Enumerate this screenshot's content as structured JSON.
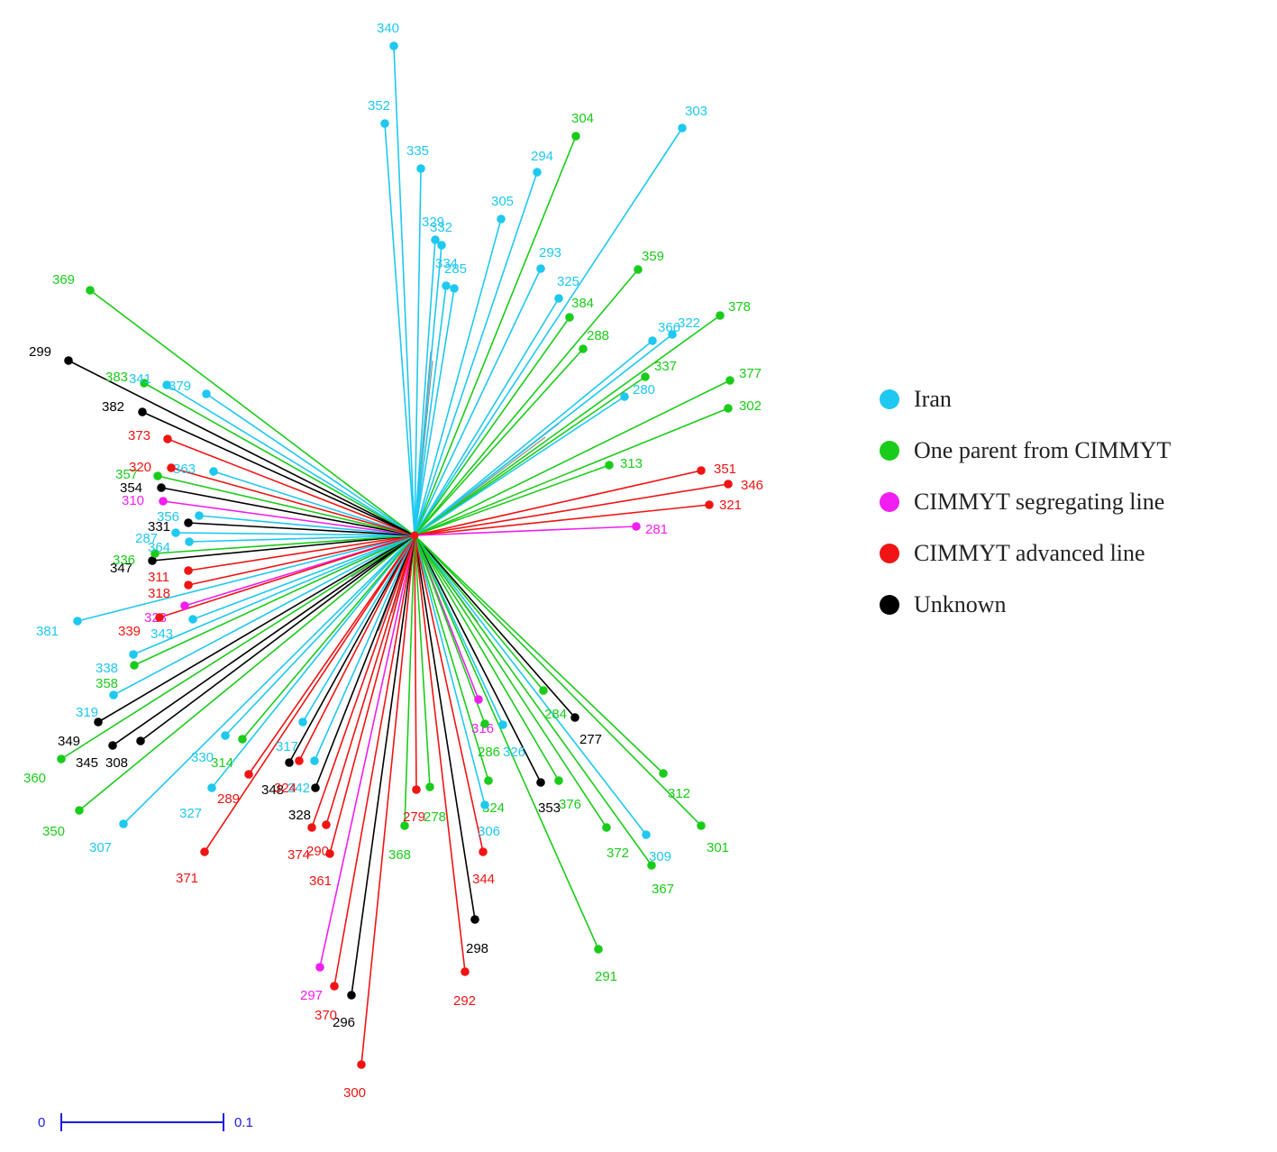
{
  "legend": [
    {
      "group": "iran",
      "label": "Iran",
      "color": "#1ec8f0"
    },
    {
      "group": "one_parent",
      "label": "One parent from CIMMYT",
      "color": "#19cc19"
    },
    {
      "group": "segregating",
      "label": "CIMMYT segregating line",
      "color": "#f01ef0"
    },
    {
      "group": "advanced",
      "label": "CIMMYT advanced line",
      "color": "#f01414"
    },
    {
      "group": "unknown",
      "label": "Unknown",
      "color": "#000000"
    }
  ],
  "scale_bar": {
    "start_label": "0",
    "end_label": "0.1",
    "color": "#1a1ae6"
  },
  "tree": {
    "leaves": [
      {
        "id": "340",
        "group": "iran"
      },
      {
        "id": "352",
        "group": "iran"
      },
      {
        "id": "335",
        "group": "iran"
      },
      {
        "id": "329",
        "group": "iran"
      },
      {
        "id": "332",
        "group": "iran"
      },
      {
        "id": "334",
        "group": "iran"
      },
      {
        "id": "285",
        "group": "iran"
      },
      {
        "id": "305",
        "group": "iran"
      },
      {
        "id": "294",
        "group": "iran"
      },
      {
        "id": "304",
        "group": "one_parent"
      },
      {
        "id": "303",
        "group": "iran"
      },
      {
        "id": "293",
        "group": "iran"
      },
      {
        "id": "325",
        "group": "iran"
      },
      {
        "id": "384",
        "group": "one_parent"
      },
      {
        "id": "359",
        "group": "one_parent"
      },
      {
        "id": "288",
        "group": "one_parent"
      },
      {
        "id": "366",
        "group": "iran"
      },
      {
        "id": "322",
        "group": "iran"
      },
      {
        "id": "378",
        "group": "one_parent"
      },
      {
        "id": "337",
        "group": "one_parent"
      },
      {
        "id": "280",
        "group": "iran"
      },
      {
        "id": "377",
        "group": "one_parent"
      },
      {
        "id": "302",
        "group": "one_parent"
      },
      {
        "id": "313",
        "group": "one_parent"
      },
      {
        "id": "351",
        "group": "advanced"
      },
      {
        "id": "346",
        "group": "advanced"
      },
      {
        "id": "321",
        "group": "advanced"
      },
      {
        "id": "281",
        "group": "segregating"
      },
      {
        "id": "284",
        "group": "one_parent"
      },
      {
        "id": "277",
        "group": "unknown"
      },
      {
        "id": "312",
        "group": "one_parent"
      },
      {
        "id": "301",
        "group": "one_parent"
      },
      {
        "id": "309",
        "group": "iran"
      },
      {
        "id": "367",
        "group": "one_parent"
      },
      {
        "id": "372",
        "group": "one_parent"
      },
      {
        "id": "376",
        "group": "one_parent"
      },
      {
        "id": "353",
        "group": "unknown"
      },
      {
        "id": "316",
        "group": "segregating"
      },
      {
        "id": "326",
        "group": "iran"
      },
      {
        "id": "286",
        "group": "one_parent"
      },
      {
        "id": "324",
        "group": "one_parent"
      },
      {
        "id": "306",
        "group": "iran"
      },
      {
        "id": "291",
        "group": "one_parent"
      },
      {
        "id": "298",
        "group": "unknown"
      },
      {
        "id": "344",
        "group": "advanced"
      },
      {
        "id": "292",
        "group": "advanced"
      },
      {
        "id": "278",
        "group": "one_parent"
      },
      {
        "id": "279",
        "group": "advanced"
      },
      {
        "id": "368",
        "group": "one_parent"
      },
      {
        "id": "300",
        "group": "advanced"
      },
      {
        "id": "296",
        "group": "unknown"
      },
      {
        "id": "370",
        "group": "advanced"
      },
      {
        "id": "297",
        "group": "segregating"
      },
      {
        "id": "361",
        "group": "advanced"
      },
      {
        "id": "290",
        "group": "advanced"
      },
      {
        "id": "374",
        "group": "advanced"
      },
      {
        "id": "328",
        "group": "unknown"
      },
      {
        "id": "342",
        "group": "iran"
      },
      {
        "id": "348",
        "group": "unknown"
      },
      {
        "id": "324",
        "group": "advanced"
      },
      {
        "id": "317",
        "group": "iran"
      },
      {
        "id": "371",
        "group": "advanced"
      },
      {
        "id": "289",
        "group": "advanced"
      },
      {
        "id": "327",
        "group": "iran"
      },
      {
        "id": "314",
        "group": "one_parent"
      },
      {
        "id": "330",
        "group": "iran"
      },
      {
        "id": "307",
        "group": "iran"
      },
      {
        "id": "350",
        "group": "one_parent"
      },
      {
        "id": "345",
        "group": "unknown"
      },
      {
        "id": "308",
        "group": "unknown"
      },
      {
        "id": "360",
        "group": "one_parent"
      },
      {
        "id": "349",
        "group": "unknown"
      },
      {
        "id": "319",
        "group": "iran"
      },
      {
        "id": "358",
        "group": "one_parent"
      },
      {
        "id": "338",
        "group": "iran"
      },
      {
        "id": "343",
        "group": "iran"
      },
      {
        "id": "323",
        "group": "segregating"
      },
      {
        "id": "339",
        "group": "advanced"
      },
      {
        "id": "381",
        "group": "iran"
      },
      {
        "id": "318",
        "group": "advanced"
      },
      {
        "id": "311",
        "group": "advanced"
      },
      {
        "id": "347",
        "group": "unknown"
      },
      {
        "id": "336",
        "group": "one_parent"
      },
      {
        "id": "364",
        "group": "iran"
      },
      {
        "id": "287",
        "group": "iran"
      },
      {
        "id": "356",
        "group": "iran"
      },
      {
        "id": "331",
        "group": "unknown"
      },
      {
        "id": "310",
        "group": "segregating"
      },
      {
        "id": "354",
        "group": "unknown"
      },
      {
        "id": "357",
        "group": "one_parent"
      },
      {
        "id": "363",
        "group": "iran"
      },
      {
        "id": "320",
        "group": "advanced"
      },
      {
        "id": "373",
        "group": "advanced"
      },
      {
        "id": "382",
        "group": "unknown"
      },
      {
        "id": "383",
        "group": "one_parent"
      },
      {
        "id": "341",
        "group": "iran"
      },
      {
        "id": "379",
        "group": "iran"
      },
      {
        "id": "299",
        "group": "unknown"
      },
      {
        "id": "369",
        "group": "one_parent"
      }
    ]
  }
}
